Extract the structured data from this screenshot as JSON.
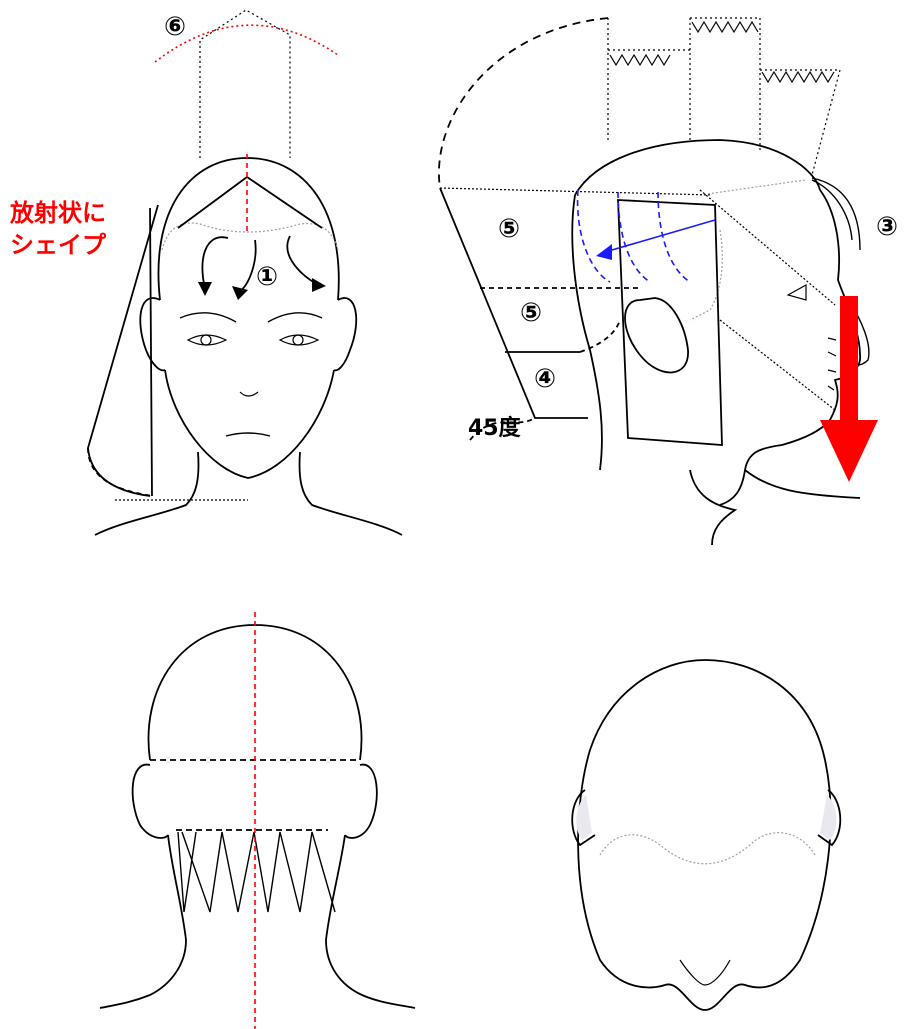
{
  "labels": {
    "step6": "⑥",
    "step1": "①",
    "step3": "③",
    "step5_top": "⑤",
    "step5_mid": "⑤",
    "step4": "④",
    "angle": "45度",
    "shape_line1": "放射状に",
    "shape_line2": "シェイプ"
  },
  "colors": {
    "outline": "#000000",
    "red_accent": "#ff0000",
    "blue_accent": "#1a1aff",
    "hairline": "#a0a0a0"
  }
}
